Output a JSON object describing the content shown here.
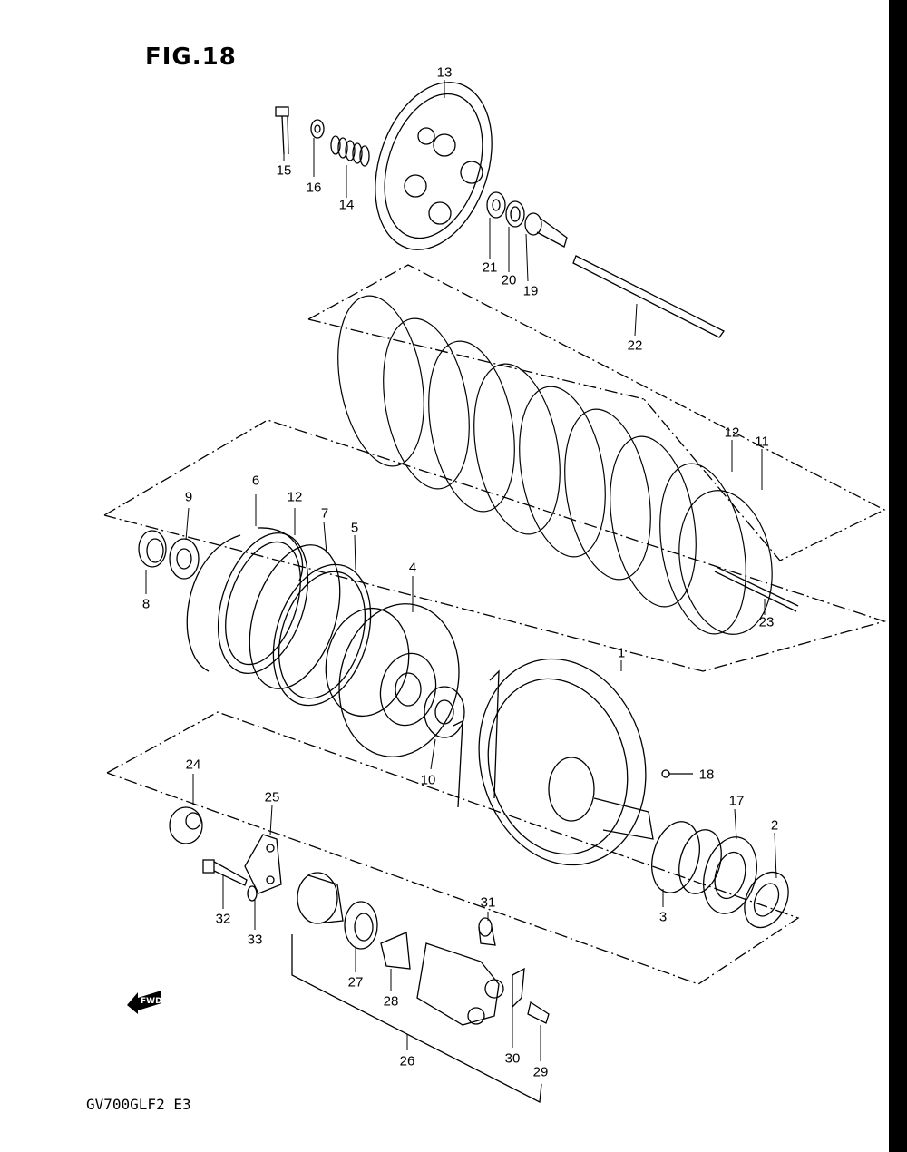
{
  "header": {
    "figure_title": "FIG.18"
  },
  "footer": {
    "model_code": "GV700GLF2 E3"
  },
  "fwd_symbol": {
    "label": "FWD",
    "icon": "arrow-left-icon"
  },
  "callouts": [
    {
      "id": "13",
      "text": "13"
    },
    {
      "id": "15",
      "text": "15"
    },
    {
      "id": "16",
      "text": "16"
    },
    {
      "id": "14",
      "text": "14"
    },
    {
      "id": "21",
      "text": "21"
    },
    {
      "id": "20",
      "text": "20"
    },
    {
      "id": "19",
      "text": "19"
    },
    {
      "id": "22",
      "text": "22"
    },
    {
      "id": "12a",
      "text": "12"
    },
    {
      "id": "11",
      "text": "11"
    },
    {
      "id": "6",
      "text": "6"
    },
    {
      "id": "9",
      "text": "9"
    },
    {
      "id": "12b",
      "text": "12"
    },
    {
      "id": "7",
      "text": "7"
    },
    {
      "id": "5",
      "text": "5"
    },
    {
      "id": "4",
      "text": "4"
    },
    {
      "id": "8",
      "text": "8"
    },
    {
      "id": "23",
      "text": "23"
    },
    {
      "id": "1",
      "text": "1"
    },
    {
      "id": "10",
      "text": "10"
    },
    {
      "id": "18",
      "text": "18"
    },
    {
      "id": "24",
      "text": "24"
    },
    {
      "id": "25",
      "text": "25"
    },
    {
      "id": "17",
      "text": "17"
    },
    {
      "id": "2",
      "text": "2"
    },
    {
      "id": "31",
      "text": "31"
    },
    {
      "id": "32",
      "text": "32"
    },
    {
      "id": "33",
      "text": "33"
    },
    {
      "id": "3",
      "text": "3"
    },
    {
      "id": "27",
      "text": "27"
    },
    {
      "id": "28",
      "text": "28"
    },
    {
      "id": "30",
      "text": "30"
    },
    {
      "id": "29",
      "text": "29"
    },
    {
      "id": "26",
      "text": "26"
    }
  ]
}
